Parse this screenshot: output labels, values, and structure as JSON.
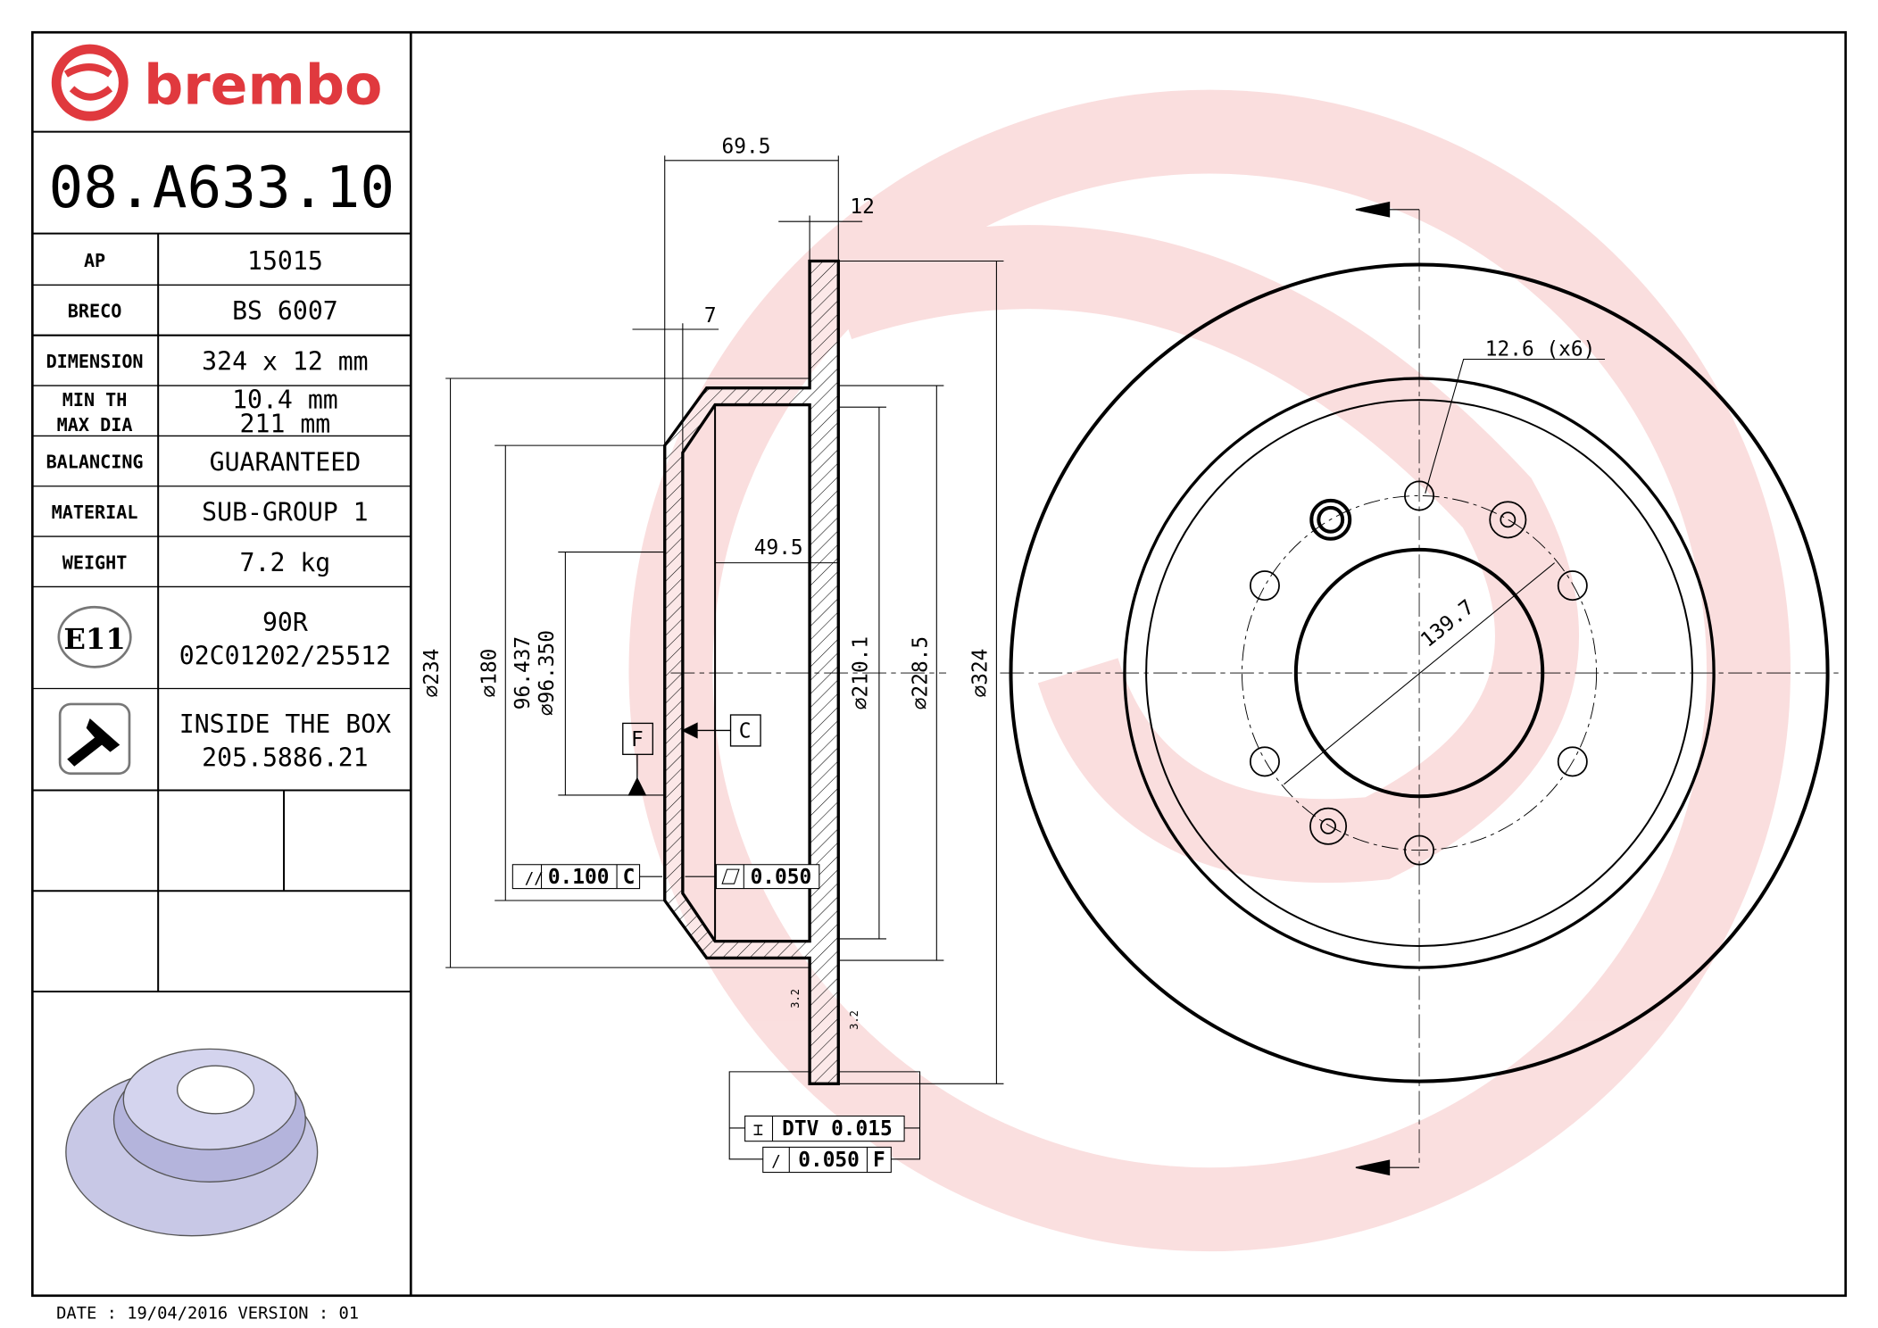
{
  "brand": {
    "name": "brembo",
    "color": "#e0393e"
  },
  "part_number": "08.A633.10",
  "specs": [
    {
      "label": "AP",
      "value": "15015"
    },
    {
      "label": "BRECO",
      "value": "BS 6007"
    },
    {
      "label": "DIMENSION",
      "value": "324 x 12 mm"
    },
    {
      "label": "MIN TH",
      "label2": "MAX DIA",
      "value": "10.4 mm",
      "value2": "211  mm"
    },
    {
      "label": "BALANCING",
      "value": "GUARANTEED"
    },
    {
      "label": "MATERIAL",
      "value": "SUB-GROUP 1"
    },
    {
      "label": "WEIGHT",
      "value": "7.2 kg"
    }
  ],
  "homologation": {
    "mark": "E11",
    "line1": "90R",
    "line2": "02C01202/25512"
  },
  "screws": {
    "icon": "screw-icon",
    "line1": "INSIDE THE BOX",
    "line2": "205.5886.21"
  },
  "footer": "DATE : 19/04/2016 VERSION : 01",
  "dimensions": {
    "overall_height": "69.5",
    "thickness": "12",
    "hat_wall": "7",
    "hat_depth": "49.5",
    "d234": "234",
    "d180": "180",
    "d96_437": "96.437",
    "d96_350": "96.350",
    "d210_1": "210.1",
    "d228_5": "228.5",
    "d324": "324",
    "holes": "12.6 (x6)",
    "pcd": "139.7",
    "roughness": "3.2"
  },
  "datums": {
    "f": "F",
    "c": "C"
  },
  "tolerances": {
    "parallelism": {
      "value": "0.100",
      "datum": "C"
    },
    "flatness": {
      "value": "0.050"
    },
    "dtv": {
      "value": "DTV 0.015"
    },
    "runout": {
      "value": "0.050",
      "datum": "F"
    }
  }
}
